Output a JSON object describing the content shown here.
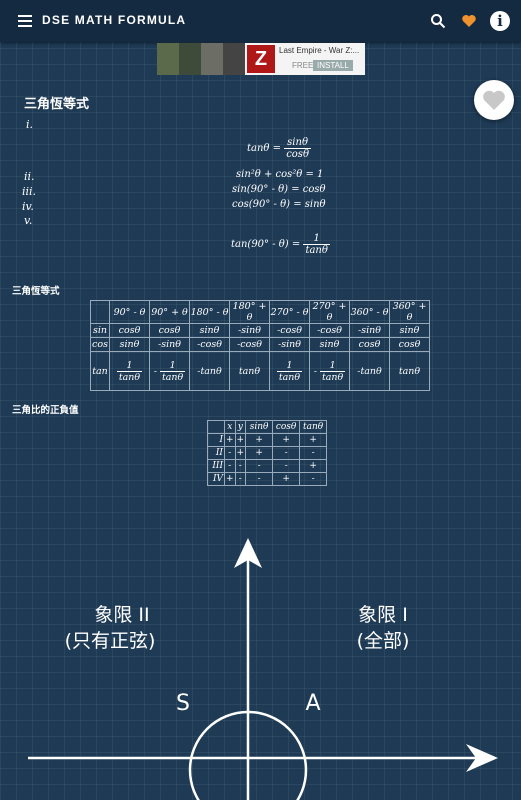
{
  "app": {
    "title": "DSE MATH FORMULA"
  },
  "ad": {
    "logo": "Z",
    "title": "Last Empire - War Z:...",
    "free": "FREE",
    "install": "INSTALL"
  },
  "section1": {
    "title": "三角恆等式",
    "items": [
      {
        "roman": "i.",
        "lhs": "tanθ =",
        "num": "sinθ",
        "den": "cosθ"
      },
      {
        "roman": "ii.",
        "formula": "sin²θ + cos²θ = 1"
      },
      {
        "roman": "iii.",
        "formula": "sin(90° - θ) = cosθ"
      },
      {
        "roman": "iv.",
        "formula": "cos(90° - θ) = sinθ"
      },
      {
        "roman": "v.",
        "lhs": "tan(90° - θ) =",
        "num": "1",
        "den": "tanθ"
      }
    ]
  },
  "section2": {
    "title": "三角恆等式",
    "headers": [
      "",
      "90° - θ",
      "90° + θ",
      "180° - θ",
      "180° + θ",
      "270° - θ",
      "270° + θ",
      "360° - θ",
      "360° + θ"
    ],
    "rows": [
      [
        "sin",
        "cosθ",
        "cosθ",
        "sinθ",
        "-sinθ",
        "-cosθ",
        "-cosθ",
        "-sinθ",
        "sinθ"
      ],
      [
        "cos",
        "sinθ",
        "-sinθ",
        "-cosθ",
        "-cosθ",
        "-sinθ",
        "sinθ",
        "cosθ",
        "cosθ"
      ]
    ],
    "tan_row": {
      "label": "tan",
      "cells": [
        "1/tanθ",
        "-1/tanθ",
        "-tanθ",
        "tanθ",
        "1/tanθ",
        "-1/tanθ",
        "-tanθ",
        "tanθ"
      ]
    }
  },
  "section3": {
    "title": "三角比的正負值",
    "headers": [
      "",
      "x",
      "y",
      "sinθ",
      "cosθ",
      "tanθ"
    ],
    "rows": [
      [
        "I",
        "+",
        "+",
        "+",
        "+",
        "+"
      ],
      [
        "II",
        "-",
        "+",
        "+",
        "-",
        "-"
      ],
      [
        "III",
        "-",
        "-",
        "-",
        "-",
        "+"
      ],
      [
        "IV",
        "+",
        "-",
        "-",
        "+",
        "-"
      ]
    ]
  },
  "diagram": {
    "q2_line1": "象限 II",
    "q2_line2": "(只有正弦)",
    "q1_line1": "象限 I",
    "q1_line2": "(全部)",
    "s": "S",
    "a": "A"
  }
}
